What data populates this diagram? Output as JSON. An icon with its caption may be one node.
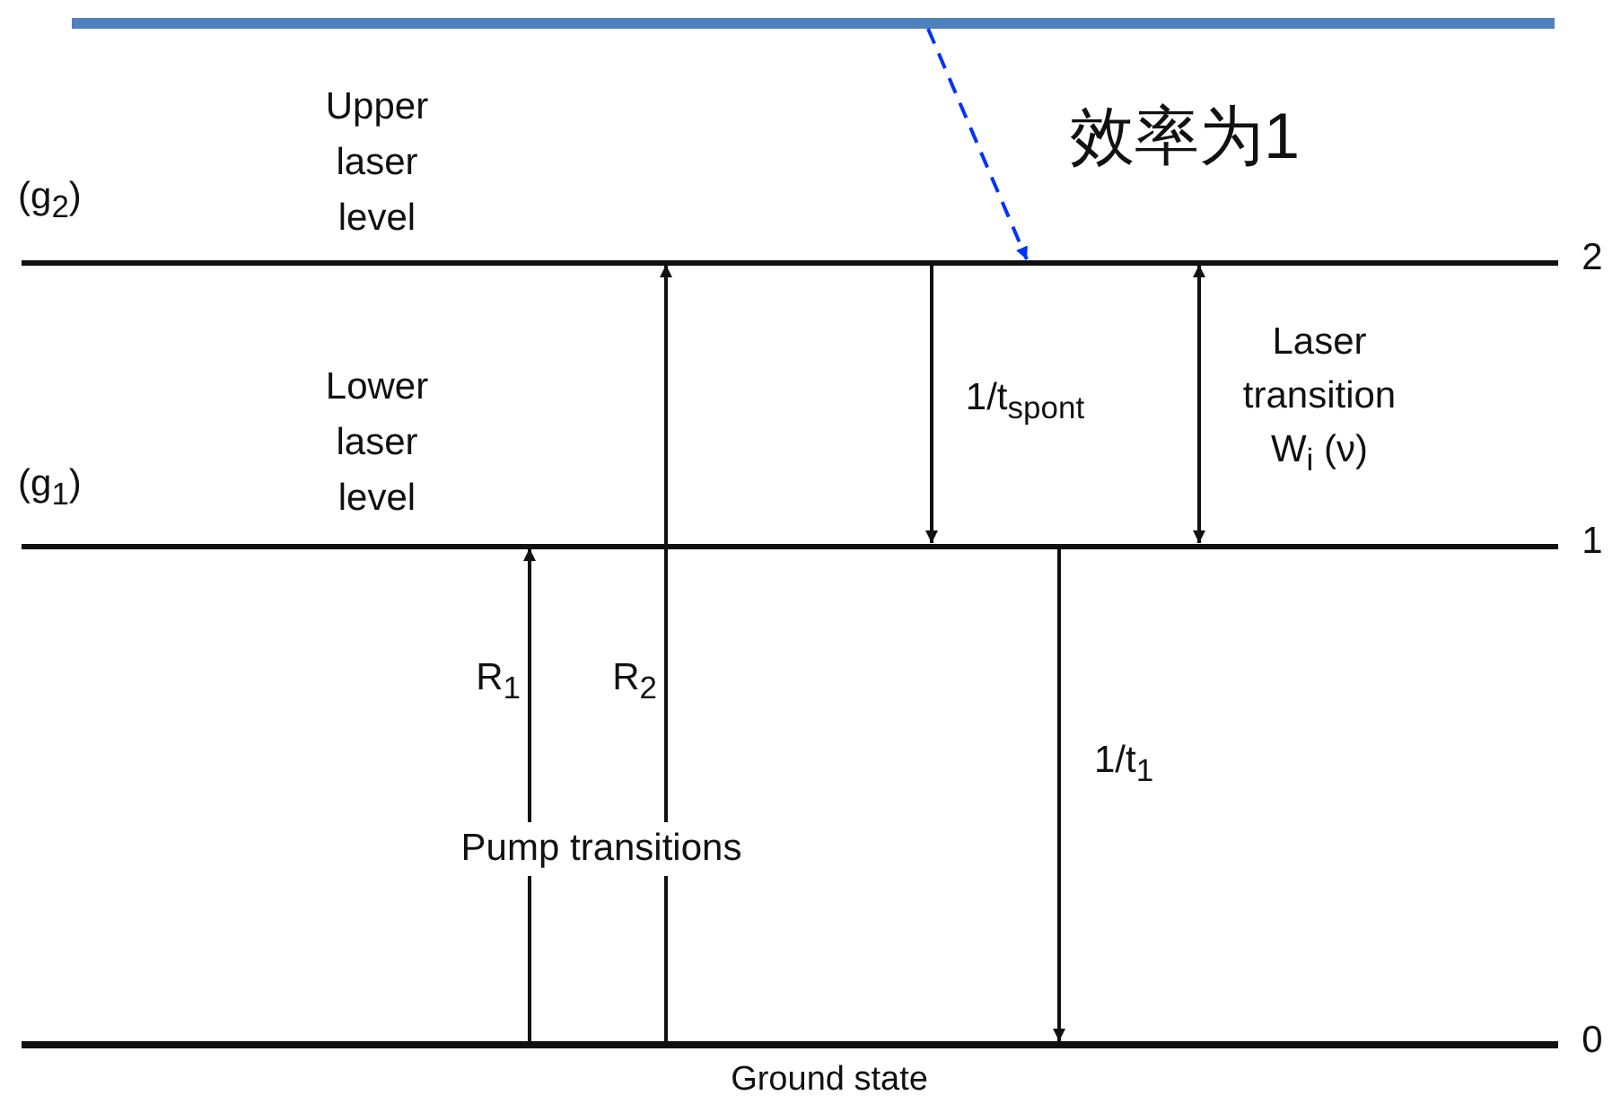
{
  "diagram": {
    "nodes": [
      {
        "text": [],
        "shape": "bar"
      },
      {
        "text": [],
        "shape": "bar",
        "beside": [
          "(g$_{2}$)",
          "Upper laser level",
          "2"
        ]
      },
      {
        "text": [],
        "shape": "bar",
        "beside": [
          "(g$_{1}$)",
          "Lower laser level",
          "1"
        ]
      },
      {
        "text": [],
        "shape": "bar",
        "beside": [
          "0",
          "Ground state"
        ]
      }
    ],
    "edges": [
      {
        "from": 0,
        "to": 1,
        "arrow": "to",
        "label": "效率为1",
        "style": "dashed",
        "color": "#0033ff"
      },
      {
        "from": 3,
        "to": 2,
        "arrow": "to",
        "label": "R$_{1}$"
      },
      {
        "from": 3,
        "to": 1,
        "arrow": "to",
        "label": "R$_{2}$"
      },
      {
        "from": 1,
        "to": 2,
        "arrow": "to",
        "label": "1/t$_{spont}$"
      },
      {
        "from": 2,
        "to": 1,
        "arrow": "both",
        "label": "Laser transition W$_{i}$ (ν)"
      },
      {
        "from": 2,
        "to": 3,
        "arrow": "to",
        "label": "1/t$_{1}$"
      }
    ],
    "labels": [
      "Pump transitions"
    ]
  }
}
